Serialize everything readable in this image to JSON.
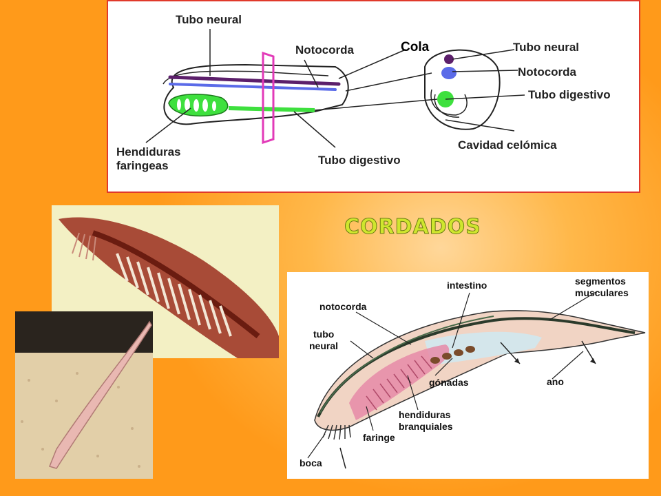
{
  "title": "CORDADOS",
  "top_diagram": {
    "labels": {
      "tubo_neural_left": "Tubo neural",
      "notocorda_left": "Notocorda",
      "cola": "Cola",
      "tubo_neural_right": "Tubo neural",
      "notocorda_right": "Notocorda",
      "tubo_digestivo_right": "Tubo digestivo",
      "cavidad": "Cavidad celómica",
      "hendiduras": [
        "Hendiduras",
        "faringeas"
      ],
      "tubo_digestivo_bottom": "Tubo digestivo"
    },
    "colors": {
      "neural": "#5c1f6b",
      "notocord": "#5b6be8",
      "digestive": "#3ee03e",
      "section": "#e23ab8",
      "border": "#e0392b"
    }
  },
  "bottom_diagram": {
    "labels": {
      "intestino": "intestino",
      "segmentos": [
        "segmentos",
        "musculares"
      ],
      "notocorda": "notocorda",
      "tubo_neural": [
        "tubo",
        "neural"
      ],
      "gonadas": "gónadas",
      "ano": "ano",
      "hendiduras": [
        "hendiduras",
        "branquiales"
      ],
      "faringe": "faringe",
      "boca": "boca"
    }
  },
  "title_color": "#cfe62e"
}
